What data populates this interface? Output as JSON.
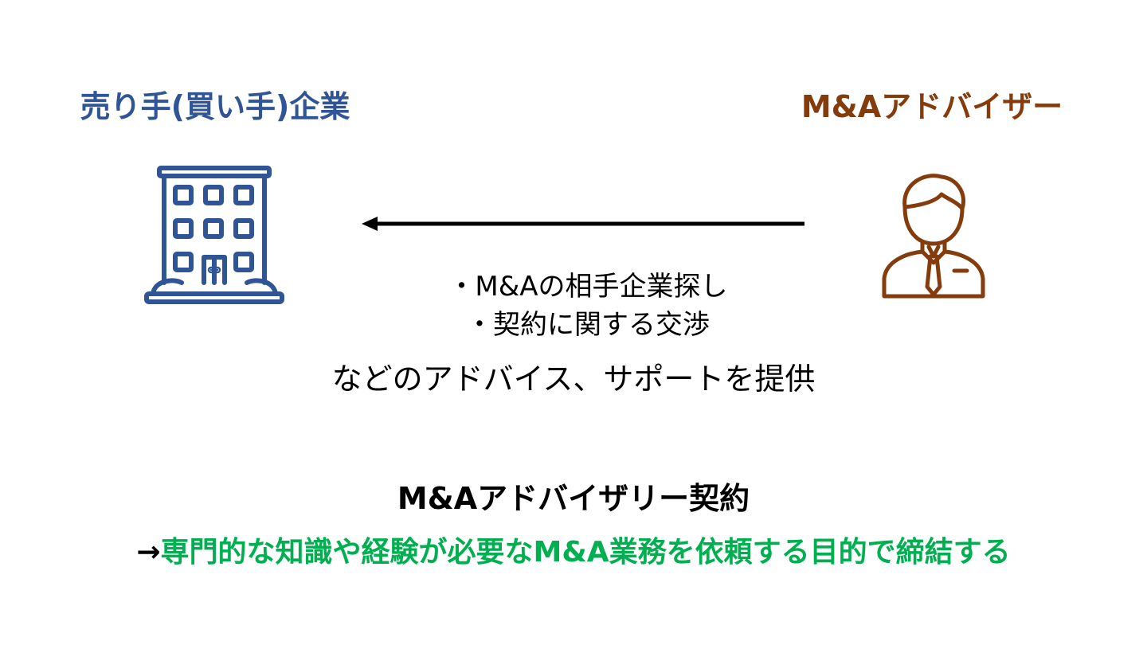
{
  "seller": {
    "label": "売り手(買い手)企業",
    "color": "#2f5597",
    "icon": "office-building-icon"
  },
  "advisor": {
    "label": "M&Aアドバイザー",
    "color": "#843c0c",
    "icon": "businessman-icon"
  },
  "flow": {
    "direction": "advisor-to-seller",
    "services": [
      "・M&Aの相手企業探し",
      "・契約に関する交渉"
    ],
    "summary": "などのアドバイス、サポートを提供"
  },
  "contract": {
    "title": "M&Aアドバイザリー契約",
    "arrow_prefix": "→",
    "purpose": "専門的な知識や経験が必要なM&A業務を依頼する目的で締結する",
    "purpose_color": "#00b050"
  }
}
